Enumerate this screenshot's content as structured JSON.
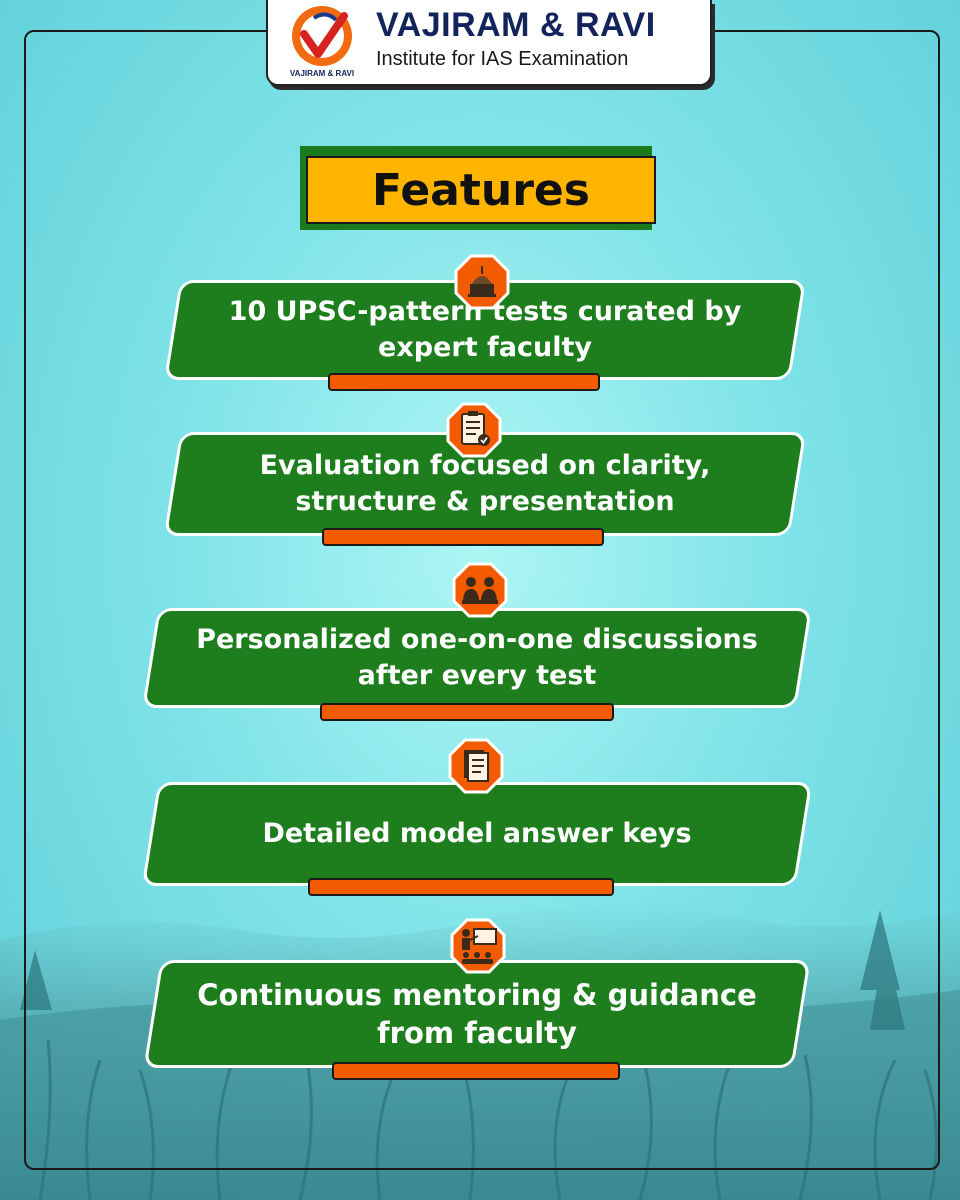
{
  "brand": {
    "name": "VAJIRAM & RAVI",
    "subtitle": "Institute for IAS Examination",
    "logo_text": "VAJIRAM & RAVI"
  },
  "title": "Features",
  "colors": {
    "banner_green": "#1e7e1e",
    "accent_orange": "#f35b00",
    "title_yellow": "#ffb400",
    "brand_navy": "#13235c"
  },
  "features": [
    {
      "text": "10 UPSC-pattern tests curated by expert faculty",
      "icon": "parliament-icon"
    },
    {
      "text": "Evaluation focused on clarity, structure & presentation",
      "icon": "clipboard-checklist-icon"
    },
    {
      "text": "Personalized one-on-one discussions after every test",
      "icon": "discussion-icon"
    },
    {
      "text": "Detailed model answer keys",
      "icon": "document-icon"
    },
    {
      "text": "Continuous mentoring & guidance from faculty",
      "icon": "mentor-presentation-icon"
    }
  ]
}
